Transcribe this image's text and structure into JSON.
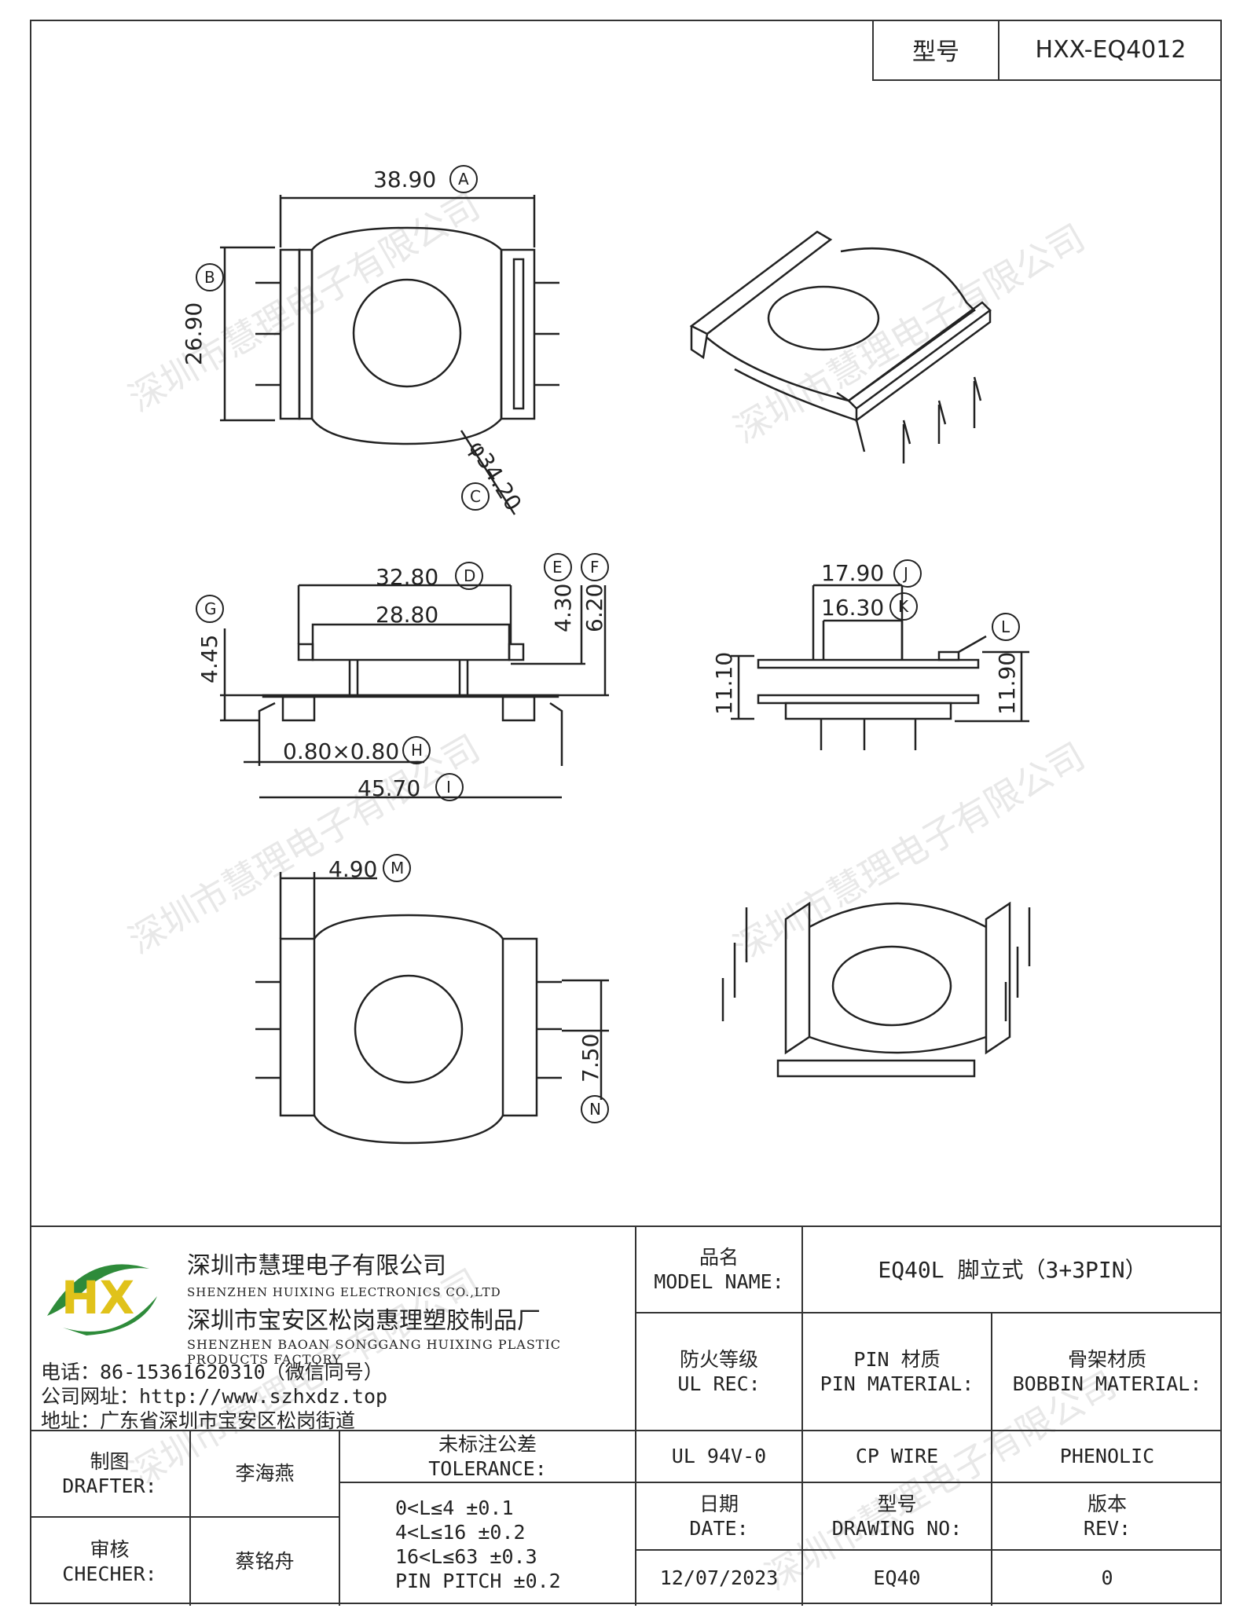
{
  "header": {
    "model_label": "型号",
    "model_value": "HXX-EQ4012"
  },
  "watermark": "深圳市慧理电子有限公司",
  "dimensions": {
    "A": "38.90",
    "B": "26.90",
    "C": "φ34.20",
    "D": "32.80",
    "D_inner": "28.80",
    "E": "4.30",
    "F": "6.20",
    "G": "4.45",
    "H": "0.80×0.80",
    "I": "45.70",
    "J": "17.90",
    "K": "16.30",
    "L_left": "11.10",
    "L_right": "11.90",
    "M": "4.90",
    "N": "7.50"
  },
  "balloons": [
    "A",
    "B",
    "C",
    "D",
    "E",
    "F",
    "G",
    "H",
    "I",
    "J",
    "K",
    "L",
    "M",
    "N"
  ],
  "company": {
    "logo_text": "HX",
    "name_cn": "深圳市慧理电子有限公司",
    "name_en": "SHENZHEN HUIXING ELECTRONICS CO.,LTD",
    "factory_cn": "深圳市宝安区松岗惠理塑胶制品厂",
    "factory_en": "SHENZHEN BAOAN SONGGANG HUIXING PLASTIC PRODUCTS FACTORY",
    "phone": "电话：86-15361620310（微信同号）",
    "website": "公司网址：http://www.szhxdz.top",
    "address": "地址：广东省深圳市宝安区松岗街道"
  },
  "title_block": {
    "model_name_label_cn": "品名",
    "model_name_label_en": "MODEL NAME:",
    "model_name_value": "EQ40L 脚立式（3+3PIN）",
    "ul_label_cn": "防火等级",
    "ul_label_en": "UL REC:",
    "pin_label_cn": "PIN 材质",
    "pin_label_en": "PIN MATERIAL:",
    "bobbin_label_cn": "骨架材质",
    "bobbin_label_en": "BOBBIN MATERIAL:",
    "ul_value": "UL 94V-0",
    "pin_value": "CP WIRE",
    "bobbin_value": "PHENOLIC",
    "drafter_cn": "制图",
    "drafter_en": "DRAFTER:",
    "drafter_name": "李海燕",
    "checker_cn": "审核",
    "checker_en": "CHECHER:",
    "checker_name": "蔡铭舟",
    "tolerance_cn": "未标注公差",
    "tolerance_en": "TOLERANCE:",
    "tolerance_lines": [
      "0<L≤4   ±0.1",
      "4<L≤16  ±0.2",
      "16<L≤63 ±0.3",
      "PIN PITCH ±0.2"
    ],
    "date_cn": "日期",
    "date_en": "DATE:",
    "date_value": "12/07/2023",
    "drawing_cn": "型号",
    "drawing_en": "DRAWING NO:",
    "drawing_value": "EQ40",
    "rev_cn": "版本",
    "rev_en": "REV:",
    "rev_value": "0"
  }
}
